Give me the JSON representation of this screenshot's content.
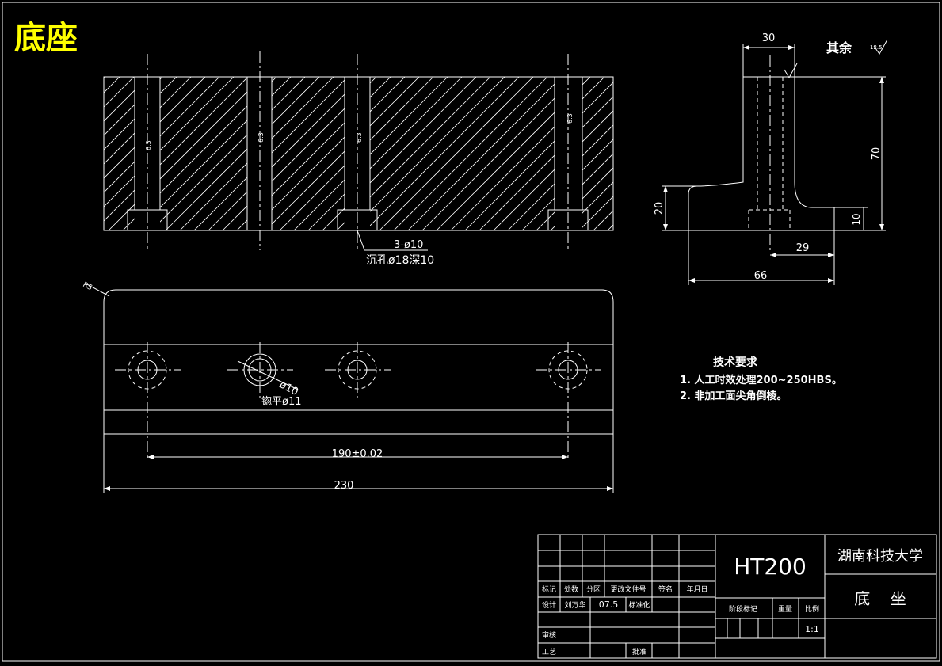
{
  "drawing": {
    "title": "底座",
    "title_color": "#ffff00",
    "line_color": "#ffffff",
    "background": "#000000"
  },
  "front_view": {
    "callout": "3-ø10",
    "callout_note": "沉孔ø18深10",
    "roughness": "6.3"
  },
  "side_view": {
    "dim_width_top": "30",
    "dim_height": "70",
    "dim_base_h": "20",
    "dim_base_thick": "10",
    "dim_half": "29",
    "dim_total": "66",
    "rest_label": "其余",
    "rest_roughness": "12.5"
  },
  "top_view": {
    "radius": "R5",
    "hole_dia": "ø10",
    "spotface": "锪平ø11",
    "dim_span": "190±0.02",
    "dim_total": "230"
  },
  "notes": {
    "heading": "技术要求",
    "items": [
      "1. 人工时效处理200~250HBS。",
      "2. 非加工面尖角倒棱。"
    ]
  },
  "title_block": {
    "material": "HT200",
    "school": "湖南科技大学",
    "part_name": "底    坐",
    "header_cols": [
      "标记",
      "处数",
      "分区",
      "更改文件号",
      "签名",
      "年月日"
    ],
    "design_label": "设计",
    "designer": "刘万华",
    "date": "07.5",
    "standard_label": "标准化",
    "review_label": "审核",
    "process_label": "工艺",
    "approve_label": "批准",
    "stage_label": "阶段标记",
    "weight_label": "重量",
    "scale_label": "比例",
    "scale": "1:1"
  }
}
